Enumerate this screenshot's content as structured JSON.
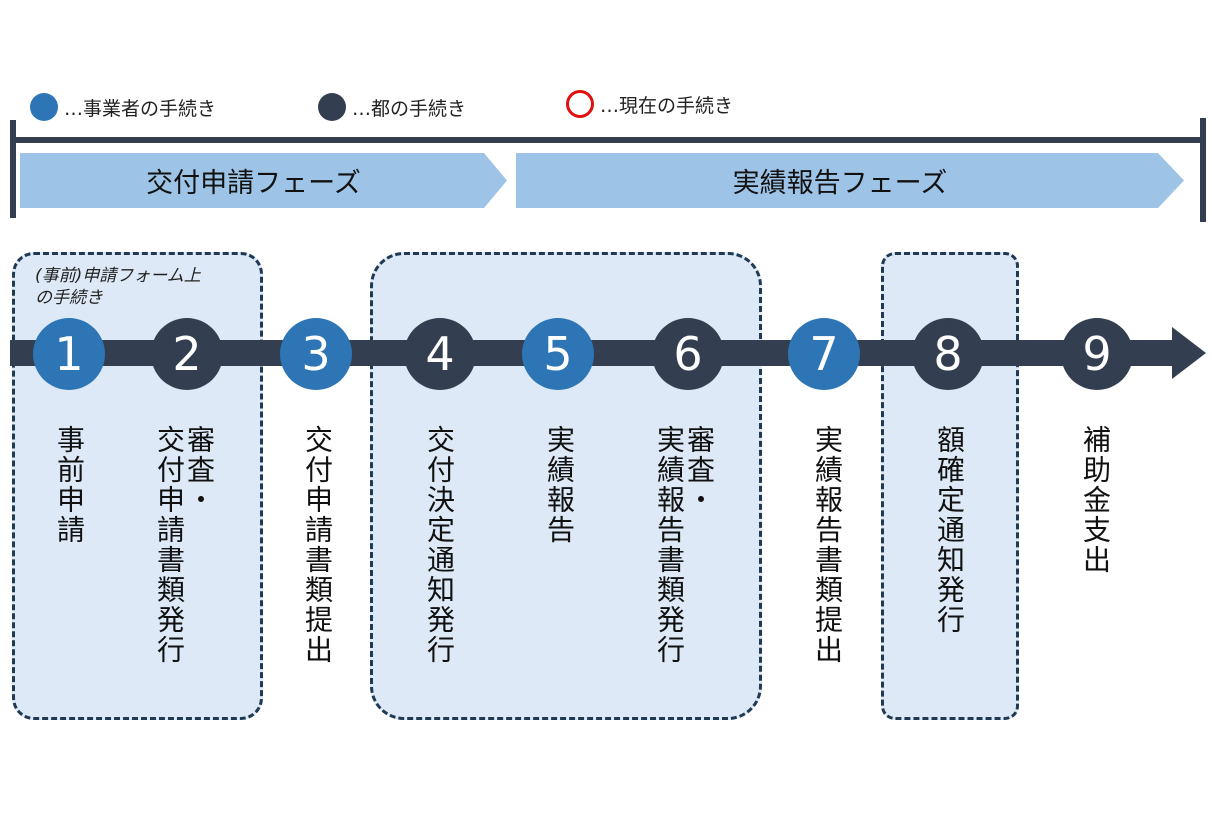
{
  "colors": {
    "business_step": "#2e75b6",
    "city_step": "#333f50",
    "current_step_outline": "#e01010",
    "phase_fill": "#9dc3e6",
    "group_fill": "#dde9f6"
  },
  "legend": [
    {
      "key": "business",
      "label": "…事業者の手続き",
      "icon": "filled-blue-circle"
    },
    {
      "key": "city",
      "label": "…都の手続き",
      "icon": "filled-dark-circle"
    },
    {
      "key": "current",
      "label": "…現在の手続き",
      "icon": "red-ring"
    }
  ],
  "phases": [
    {
      "label": "交付申請フェーズ"
    },
    {
      "label": "実績報告フェーズ"
    }
  ],
  "group_note": [
    "(事前)申請フォーム上",
    "の手続き"
  ],
  "steps": [
    {
      "number": "1",
      "actor": "business",
      "label": "事前申請"
    },
    {
      "number": "2",
      "actor": "city",
      "label_lines": [
        "審査・",
        "交付申請書類発行"
      ]
    },
    {
      "number": "3",
      "actor": "business",
      "label": "交付申請書類提出"
    },
    {
      "number": "4",
      "actor": "city",
      "label": "交付決定通知発行"
    },
    {
      "number": "5",
      "actor": "business",
      "label": "実績報告"
    },
    {
      "number": "6",
      "actor": "city",
      "label_lines": [
        "審査・",
        "実績報告書類発行"
      ]
    },
    {
      "number": "7",
      "actor": "business",
      "label": "実績報告書類提出"
    },
    {
      "number": "8",
      "actor": "city",
      "label": "額確定通知発行"
    },
    {
      "number": "9",
      "actor": "city",
      "label": "補助金支出"
    }
  ]
}
